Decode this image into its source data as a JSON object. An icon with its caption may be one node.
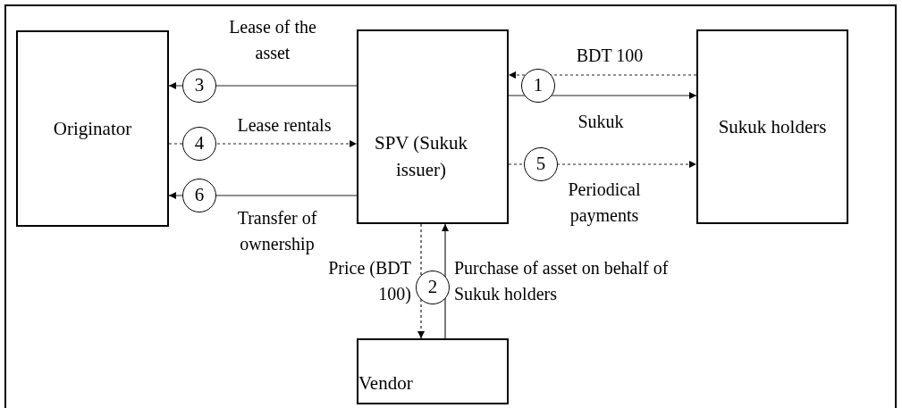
{
  "diagram": {
    "nodes": [
      {
        "text": [
          "Originator"
        ]
      },
      {
        "text": [
          "SPV (Sukuk issuer)"
        ]
      },
      {
        "text": [
          "Sukuk holders"
        ]
      },
      {
        "text": [
          "Vendor"
        ]
      }
    ],
    "edges": [
      {
        "from": 2,
        "to": 1,
        "arrow": "to",
        "label": "BDT 100",
        "style": "dashed"
      },
      {
        "from": 1,
        "to": 2,
        "arrow": "to",
        "label": "Sukuk"
      },
      {
        "from": 1,
        "to": 3,
        "arrow": "to",
        "label": "Price (BDT 100)",
        "style": "dashed"
      },
      {
        "from": 3,
        "to": 1,
        "arrow": "to",
        "label": "Purchase of asset on behalf of Sukuk holders"
      },
      {
        "from": 1,
        "to": 0,
        "arrow": "to",
        "label": "Lease of the asset"
      },
      {
        "from": 0,
        "to": 1,
        "arrow": "to",
        "label": "Lease rentals",
        "style": "dashed"
      },
      {
        "from": 1,
        "to": 2,
        "arrow": "to",
        "label": "Periodical payments",
        "style": "dashed"
      },
      {
        "from": 1,
        "to": 0,
        "arrow": "to",
        "label": "Transfer of ownership"
      }
    ],
    "labels": [
      "1",
      "2",
      "3",
      "4",
      "5",
      "6"
    ]
  }
}
